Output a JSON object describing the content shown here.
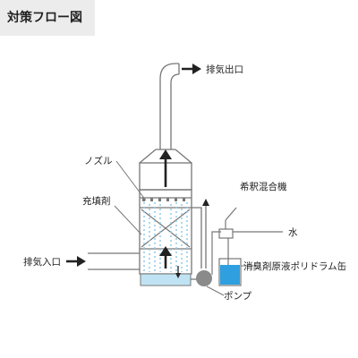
{
  "title": "対策フロー図",
  "labels": {
    "exhaust_outlet": "排気出口",
    "nozzle": "ノズル",
    "packing": "充填剤",
    "exhaust_inlet": "排気入口",
    "diluter": "希釈混合機",
    "water": "水",
    "deodorant_tank": "消臭剤原液ポリドラム缶",
    "pump": "ポンプ"
  },
  "colors": {
    "line": "#777777",
    "arrow": "#222222",
    "liquid": "#bfe3f2",
    "spray": "#8fcbe6",
    "pump": "#8a8a8a",
    "title_bg": "#ececec"
  }
}
